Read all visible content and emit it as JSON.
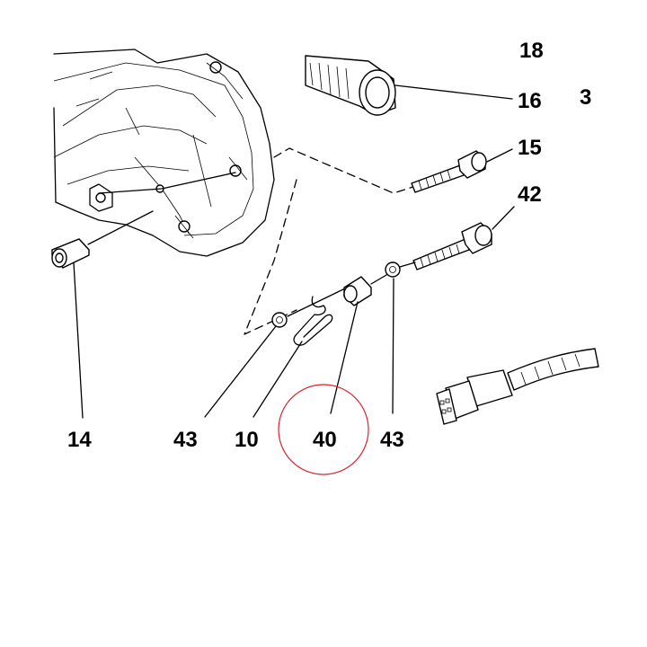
{
  "labels": {
    "l14": "14",
    "l43a": "43",
    "l10": "10",
    "l40": "40",
    "l43b": "43",
    "l42": "42",
    "l15": "15",
    "l16": "16",
    "l3": "3",
    "ltop": "18"
  },
  "colors": {
    "line": "#000000",
    "highlight_circle": "#d9232e",
    "background": "#ffffff"
  }
}
